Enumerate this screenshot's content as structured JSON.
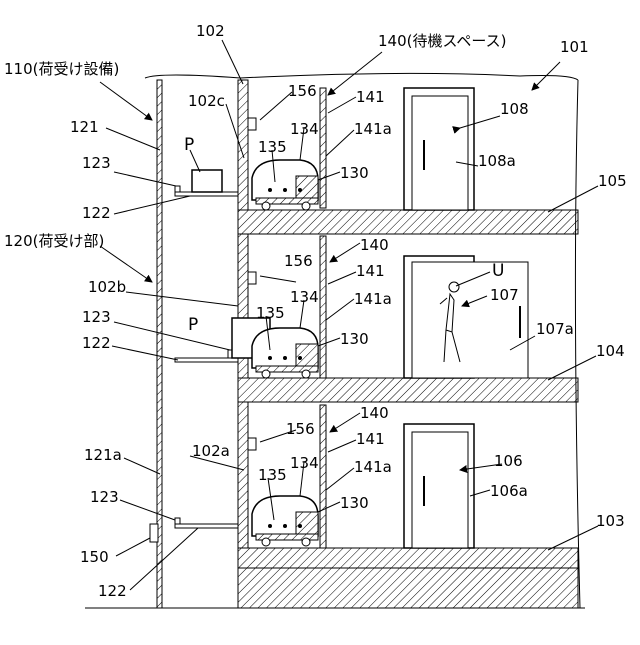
{
  "labels": {
    "n101": "101",
    "n102": "102",
    "n102a": "102a",
    "n102b": "102b",
    "n102c": "102c",
    "n103": "103",
    "n104": "104",
    "n105": "105",
    "n106": "106",
    "n106a": "106a",
    "n107": "107",
    "n107a": "107a",
    "n108": "108",
    "n108a": "108a",
    "n110": "110(荷受け設備)",
    "n120": "120(荷受け部)",
    "n121": "121",
    "n121a": "121a",
    "n122_top": "122",
    "n122_mid": "122",
    "n122_bot": "122",
    "n123_top": "123",
    "n123_mid": "123",
    "n123_bot": "123",
    "n130_top": "130",
    "n130_mid": "130",
    "n130_bot": "130",
    "n134_top": "134",
    "n134_mid": "134",
    "n134_bot": "134",
    "n135_top": "135",
    "n135_mid": "135",
    "n135_bot": "135",
    "n140_top": "140(待機スペース)",
    "n140_mid": "140",
    "n140_bot": "140",
    "n141_top": "141",
    "n141_mid": "141",
    "n141_bot": "141",
    "n141a_top": "141a",
    "n141a_mid": "141a",
    "n141a_bot": "141a",
    "n150": "150",
    "n156_top": "156",
    "n156_mid": "156",
    "n156_bot": "156",
    "p_top": "P",
    "p_mid": "P",
    "u": "U"
  }
}
